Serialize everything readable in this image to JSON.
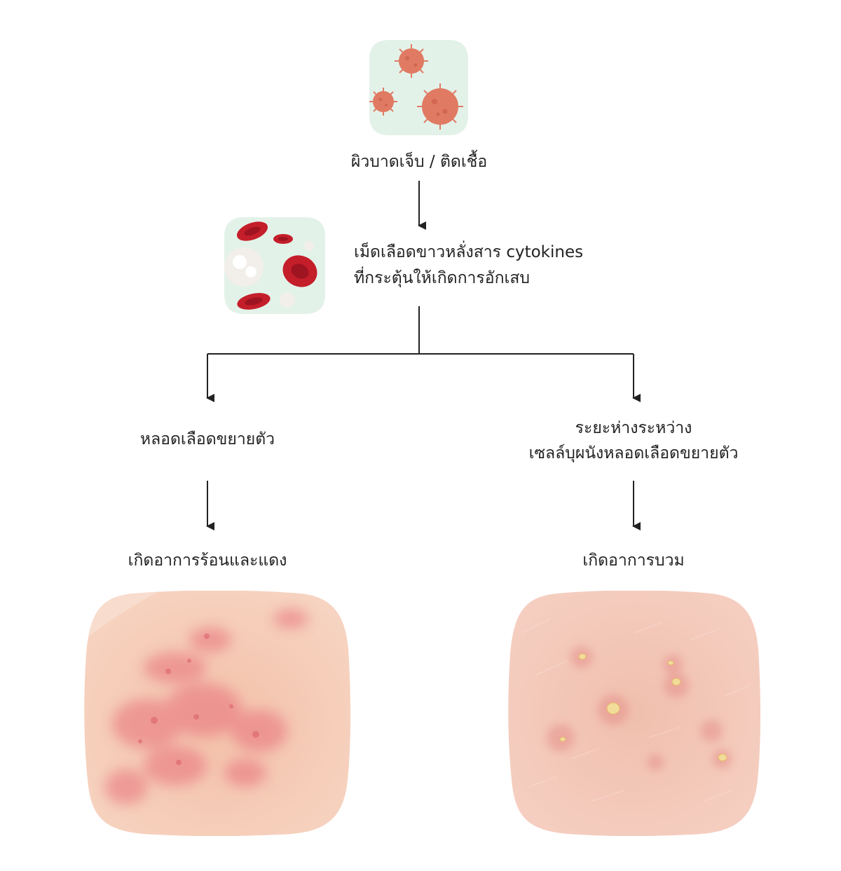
{
  "steps": {
    "injury": "ผิวบาดเจ็บ / ติดเชื้อ",
    "cytokines_line1": "เม็ดเลือดขาวหลั่งสาร cytokines",
    "cytokines_line2": "ที่กระตุ้นให้เกิดการอักเสบ",
    "vasodilation": "หลอดเลือดขยายตัว",
    "gap_line1": "ระยะห่างระหว่าง",
    "gap_line2": "เซลล์บุผนังหลอดเลือดขยายตัว",
    "redness": "เกิดอาการร้อนและแดง",
    "swelling": "เกิดอาการบวม"
  },
  "icons": {
    "virus": "virus-cluster-icon",
    "blood": "blood-cells-icon"
  },
  "colors": {
    "icon_bg": "#e3f2e9",
    "virus": "#e07a62",
    "red_cell": "#c41e2a",
    "arrow": "#222222"
  }
}
